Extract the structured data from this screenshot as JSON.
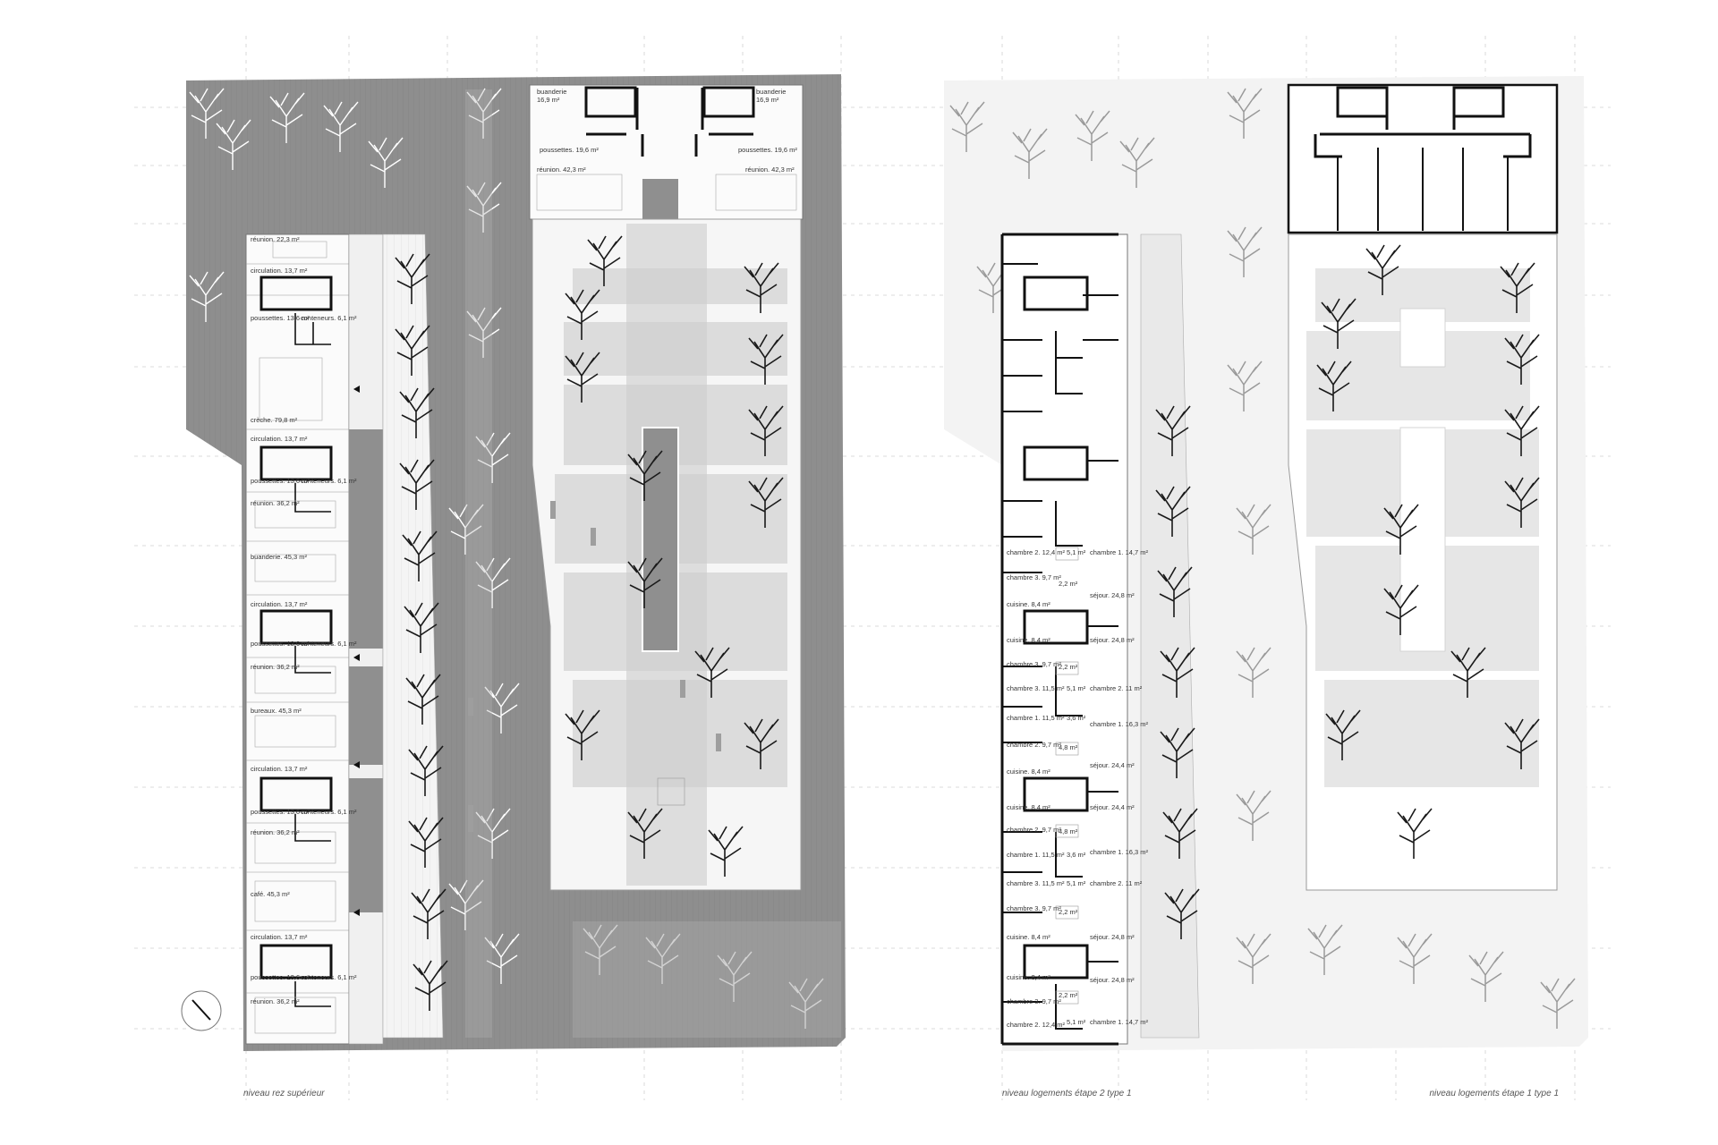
{
  "captions": {
    "left": "niveau rez supérieur",
    "middle": "niveau logements étape 2 type 1",
    "right": "niveau logements étape 1 type 1"
  },
  "colors": {
    "dark_ground": "#8e8e8e",
    "light_ground": "#f2f2f2",
    "wall": "#111111",
    "tree_light": "#ffffff",
    "tree_dark": "#1a1a1a",
    "tree_grey": "#9a9a9a"
  },
  "plan_left": {
    "north_block": {
      "buanderie_left": "buanderie\n16,9 m²",
      "buanderie_right": "buanderie\n16,9 m²",
      "poussettes_left": "poussettes. 19,6 m²",
      "poussettes_right": "poussettes. 19,6 m²",
      "reunion_left": "réunion. 42,3 m²",
      "reunion_right": "réunion. 42,3 m²"
    },
    "west_rooms": [
      "réunion. 22,3 m²",
      "circulation. 13,7 m²",
      "poussettes. 13,6 m²",
      "conteneurs. 6,1 m²",
      "crèche. 79,8 m²",
      "circulation. 13,7 m²",
      "poussettes. 13,6 m²",
      "conteneurs. 6,1 m²",
      "réunion. 36,2 m²",
      "buanderie. 45,3 m²",
      "circulation. 13,7 m²",
      "poussettes. 13,6 m²",
      "conteneurs. 6,1 m²",
      "réunion. 36,2 m²",
      "bureaux. 45,3 m²",
      "circulation. 13,7 m²",
      "poussettes. 13,6 m²",
      "conteneurs. 6,1 m²",
      "réunion. 36,2 m²",
      "café. 45,3 m²",
      "circulation. 13,7 m²",
      "poussettes. 13,6 m²",
      "conteneurs. 6,1 m²",
      "réunion. 36,2 m²"
    ]
  },
  "plan_middle": {
    "rooms": [
      "chambre 2. 12,4 m²",
      "5,1 m²",
      "chambre 1. 14,7 m²",
      "chambre 3. 9,7 m²",
      "2,2 m²",
      "séjour. 24,8 m²",
      "cuisine. 8,4 m²",
      "cuisine. 8,4 m²",
      "séjour. 24,8 m²",
      "chambre 3. 9,7 m²",
      "2,2 m²",
      "chambre 3. 11,5 m²",
      "5,1 m²",
      "chambre 2. 11 m²",
      "chambre 1. 11,5 m²",
      "3,6 m²",
      "chambre 1. 16,3 m²",
      "chambre 2. 9,7 m²",
      "4,8 m²",
      "séjour. 24,4 m²",
      "cuisine. 8,4 m²",
      "cuisine. 8,4 m²",
      "séjour. 24,4 m²",
      "chambre 2. 9,7 m²",
      "4,8 m²",
      "chambre 1. 11,5 m²",
      "3,6 m²",
      "chambre 1. 16,3 m²",
      "chambre 3. 11,5 m²",
      "5,1 m²",
      "chambre 2. 11 m²",
      "chambre 3. 9,7 m²",
      "2,2 m²",
      "cuisine. 8,4 m²",
      "séjour. 24,8 m²",
      "cuisine. 8,4 m²",
      "séjour. 24,8 m²",
      "chambre 3. 9,7 m²",
      "2,2 m²",
      "chambre 2. 12,4 m²",
      "5,1 m²",
      "chambre 1. 14,7 m²"
    ]
  }
}
